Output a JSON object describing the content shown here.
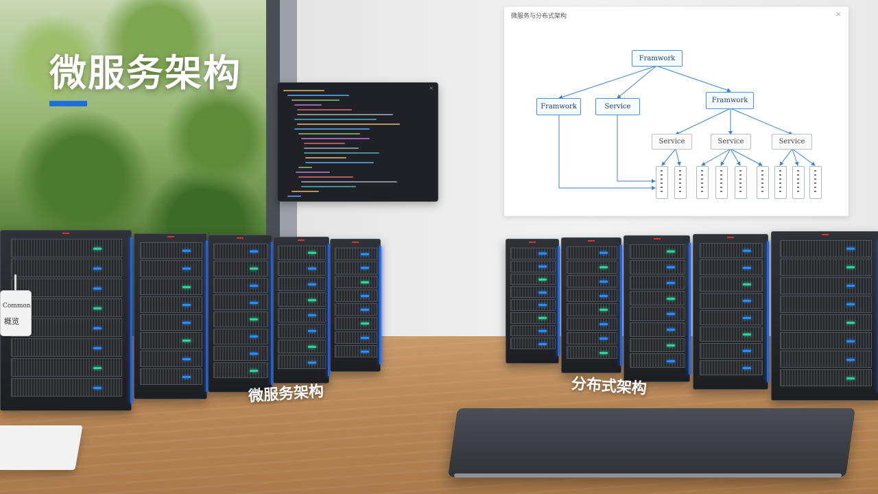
{
  "title": "微服务架构",
  "code_panel": {
    "close": "×"
  },
  "diagram": {
    "title": "微服务与分布式架构",
    "close": "×",
    "root": "Framwork",
    "level1": [
      "Framwork",
      "Service",
      "Framwork"
    ],
    "level2": [
      "Service",
      "Service",
      "Service"
    ]
  },
  "tag": {
    "line1": "Common",
    "line2": "概览"
  },
  "labels": {
    "left_servers": "微服务架构",
    "right_servers": "分布式架构"
  },
  "colors": {
    "accent": "#1e6fdc",
    "node_border": "#4a90d9",
    "led": "#2a8dff"
  }
}
